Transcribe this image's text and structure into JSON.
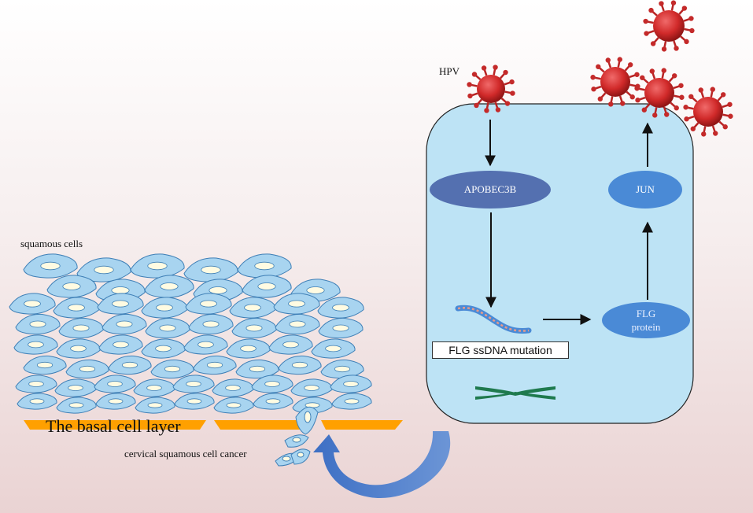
{
  "labels": {
    "squamous_cells": "squamous cells",
    "basal_layer": "The basal cell layer",
    "cancer": "cervical squamous cell cancer",
    "hpv": "HPV",
    "mutation": "FLG ssDNA mutation"
  },
  "nodes": {
    "apobec3b": "APOBEC3B",
    "jun": "JUN",
    "flg_line1": "FLG",
    "flg_line2": "protein"
  },
  "colors": {
    "cell_fill": "#a8d4f0",
    "cell_stroke": "#3e7fb6",
    "nucleus": "#fffbe2",
    "basal": "#ffa000",
    "cell_box": "#bde3f5",
    "node_dark": "#5470b0",
    "node_light": "#4a8ad6",
    "virus": "#d13030",
    "chromosome": "#1f7a4e",
    "curved_arrow": "#4a79c6"
  },
  "icons": [
    "virus-icon",
    "dna-strand-icon",
    "chromosome-icon"
  ]
}
